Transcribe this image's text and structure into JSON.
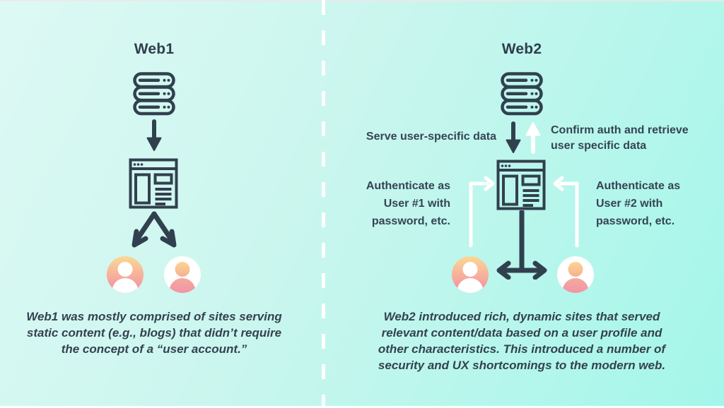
{
  "left": {
    "title": "Web1",
    "caption_lines": [
      "Web1 was mostly comprised of sites serving",
      "static content (e.g., blogs) that didn’t require",
      "the concept of a “user account.”"
    ]
  },
  "right": {
    "title": "Web2",
    "labels": {
      "serve": "Serve user-specific data",
      "confirm_lines": [
        "Confirm auth and retrieve",
        "user specific data"
      ],
      "auth1_lines": [
        "Authenticate as",
        "User #1 with",
        "password, etc."
      ],
      "auth2_lines": [
        "Authenticate as",
        "User #2 with",
        "password, etc."
      ]
    },
    "caption_lines": [
      "Web2 introduced rich, dynamic sites that served",
      "relevant content/data based on a user profile and",
      "other characteristics. This introduced a number of",
      "security and UX shortcomings to the modern web."
    ]
  },
  "icons": {
    "server": "server-stack-icon",
    "browser": "browser-window-icon",
    "user": "user-avatar-icon",
    "arrow_down": "arrow-down-icon",
    "arrow_up": "arrow-up-icon",
    "fanout": "fanout-arrows-icon",
    "elbow": "elbow-arrow-icon",
    "bidirectional": "double-headed-arrow-icon",
    "divider": "dashed-divider"
  },
  "colors": {
    "background_start": "#def9f4",
    "background_end": "#a4f6ea",
    "ink": "#31404e",
    "arrow_white": "#ffffff",
    "avatar_gradient_top": "#fbd993",
    "avatar_gradient_bottom": "#f28ba4"
  }
}
